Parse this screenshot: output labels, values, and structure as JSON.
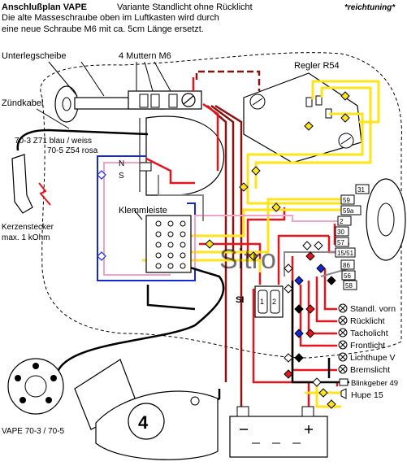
{
  "header": {
    "title": "Anschlußplan VAPE",
    "variant": "Variante Standlicht ohne Rücklicht",
    "brand": "*reichtuning*",
    "line2": "Die alte Masseschraube oben im Luftkasten wird durch",
    "line3": "eine neue Schraube M6  mit ca. 5cm Länge ersetzt."
  },
  "labels": {
    "washer": "Unterlegscheibe",
    "nuts": "4 Muttern M6",
    "regulator": "Regler R54",
    "ignition_cable": "Zündkabel",
    "wire1": "70-3 Z71 blau / weiss",
    "wire2": "70-5 Z54 rosa",
    "north": "N",
    "south": "S",
    "terminal_strip": "Klemmleiste",
    "plug_line1": "Kerzenstecker",
    "plug_line2": "max. 1 kOhm",
    "fuse_label": "SI",
    "fuse1": "1",
    "fuse2": "2",
    "model": "VAPE 70-3 / 70-5",
    "gear": "4",
    "watermark": "Sitro"
  },
  "terminals": [
    "31",
    "59",
    "59a",
    "2",
    "30",
    "57",
    "15/51",
    "86",
    "56",
    "58"
  ],
  "consumers": [
    "Standl. vorn",
    "Rücklicht",
    "Tacholicht",
    "Frontlicht",
    "Lichthupe V",
    "Bremslicht",
    "Blinkgeber 49",
    "Hupe 15"
  ],
  "colors": {
    "red": "#e8141c",
    "darkred": "#8b1010",
    "yellow": "#ffe419",
    "blue": "#1428d8",
    "pink": "#f2a2c6",
    "gray": "#8a8a8a",
    "black": "#000000"
  }
}
